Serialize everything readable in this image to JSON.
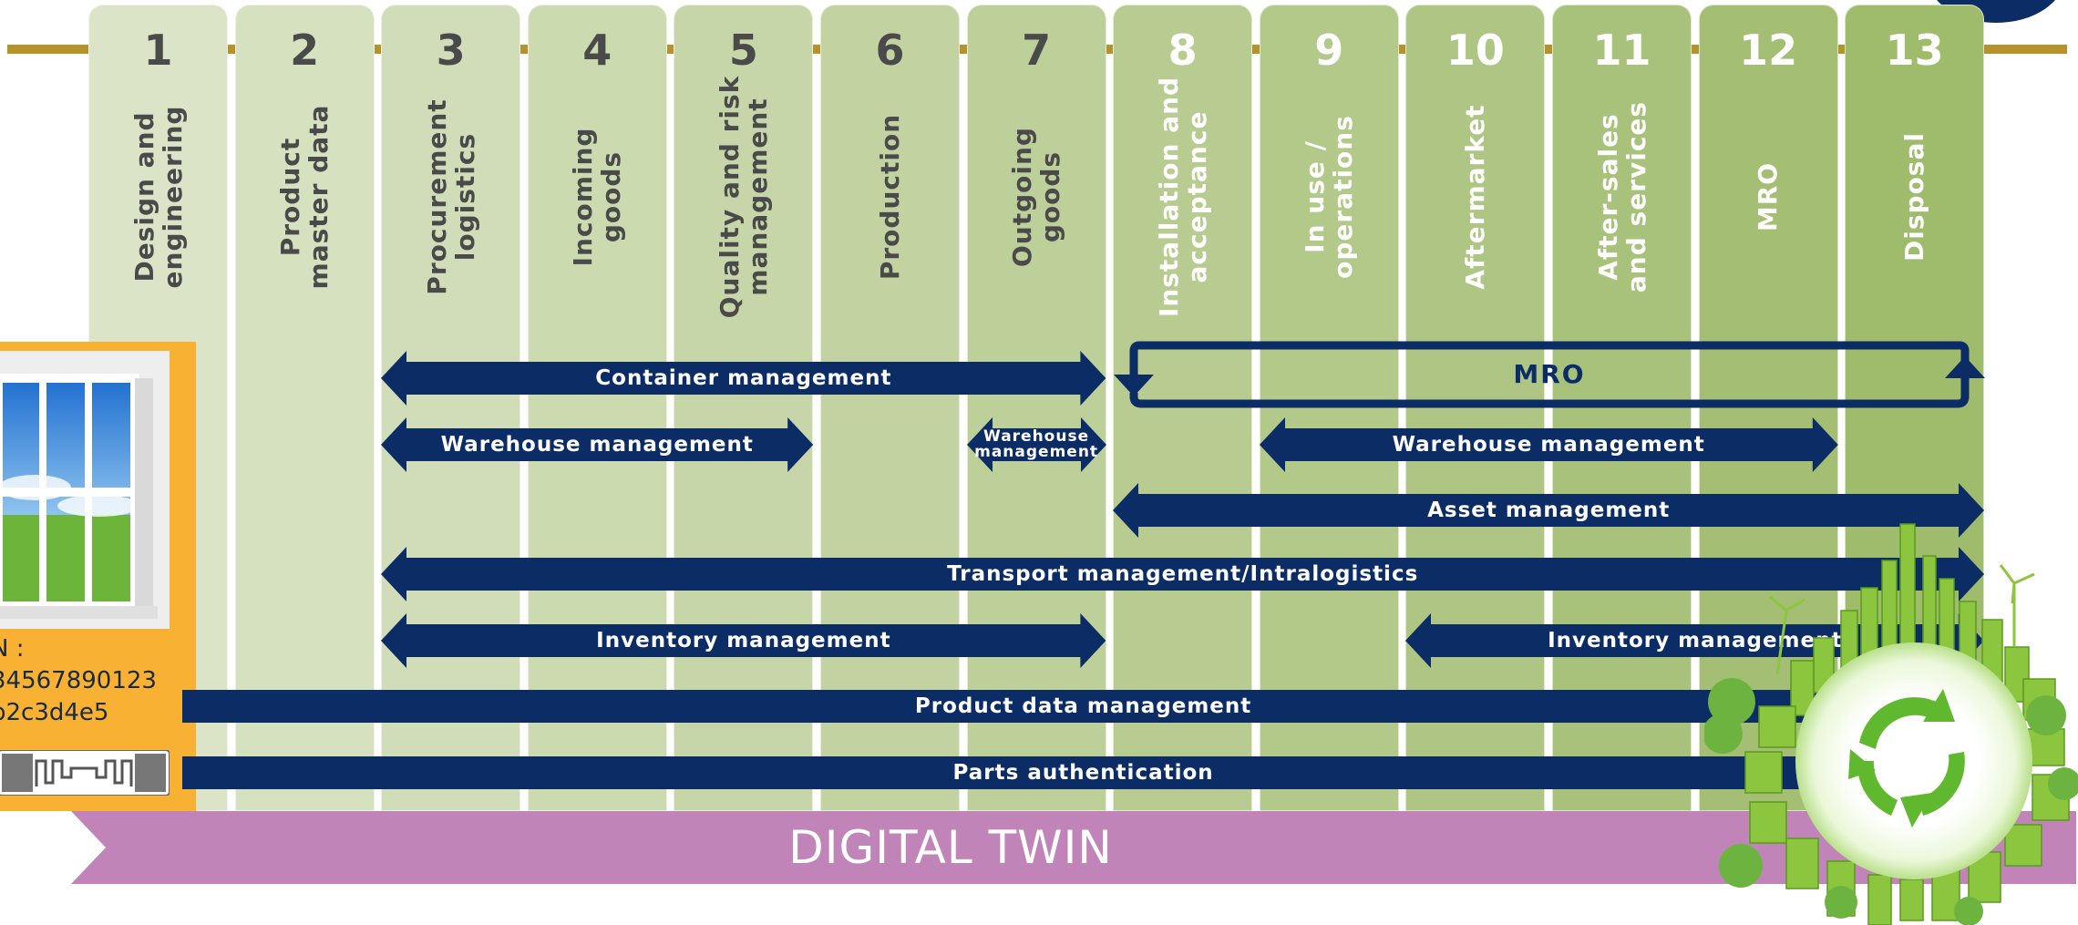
{
  "stages": [
    {
      "number": "1",
      "label": "Design and\nengineering"
    },
    {
      "number": "2",
      "label": "Product\nmaster data"
    },
    {
      "number": "3",
      "label": "Procurement\nlogistics"
    },
    {
      "number": "4",
      "label": "Incoming\ngoods"
    },
    {
      "number": "5",
      "label": "Quality and risk\nmanagement"
    },
    {
      "number": "6",
      "label": "Production"
    },
    {
      "number": "7",
      "label": "Outgoing\ngoods"
    },
    {
      "number": "8",
      "label": "Installation and\nacceptance"
    },
    {
      "number": "9",
      "label": "In use /\noperations"
    },
    {
      "number": "10",
      "label": "Aftermarket"
    },
    {
      "number": "11",
      "label": "After-sales\nand services"
    },
    {
      "number": "12",
      "label": "MRO"
    },
    {
      "number": "13",
      "label": "Disposal"
    }
  ],
  "processes": [
    {
      "label": "Container management",
      "from": 3,
      "to": 7
    },
    {
      "label": "Warehouse management",
      "from": 3,
      "to": 5
    },
    {
      "label": "Warehouse\nmanagement",
      "from": 7,
      "to": 7
    },
    {
      "label": "Warehouse management",
      "from": 9,
      "to": 12
    },
    {
      "label": "Asset management",
      "from": 8,
      "to": 13
    },
    {
      "label": "Transport management/Intralogistics",
      "from": 3,
      "to": 13
    },
    {
      "label": "Inventory management",
      "from": 3,
      "to": 7
    },
    {
      "label": "Inventory management",
      "from": 10,
      "to": 13
    },
    {
      "label": "Product data management",
      "from": 1,
      "to": 13
    },
    {
      "label": "Parts authentication",
      "from": 1,
      "to": 13
    }
  ],
  "mro_cycle": {
    "label": "MRO",
    "from": 8,
    "to": 13
  },
  "footer": {
    "label": "DIGITAL TWIN"
  },
  "product_card": {
    "id_label": "N :",
    "line1": "34567890123",
    "line2": "b2c3d4e5"
  },
  "colors": {
    "navy": "#0c2c66",
    "gold": "#b5922a",
    "orange": "#f8b133",
    "purple": "#c184b9",
    "green": "#5fb82e",
    "col_light": "#dbe4c7",
    "col_dark": "#9fbb6c"
  }
}
